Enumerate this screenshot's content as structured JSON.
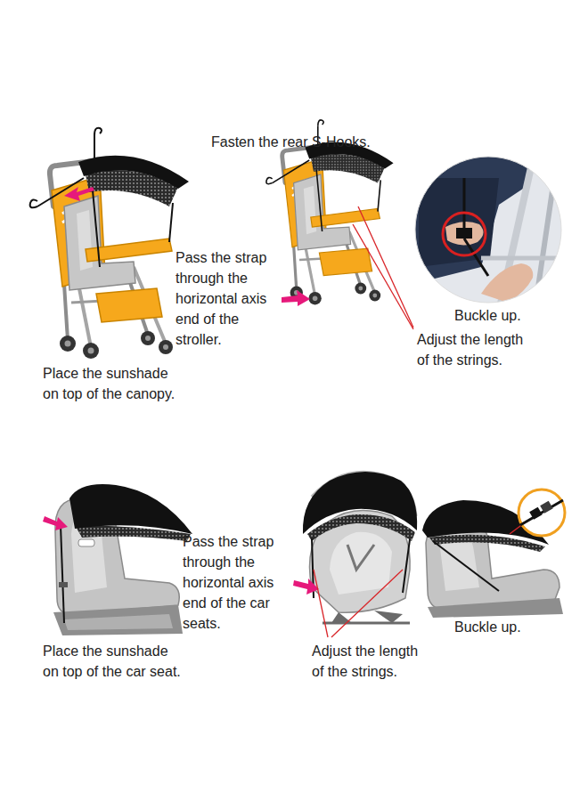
{
  "diagram": {
    "labels": [
      "Fasten the rear S-Hooks.",
      "Place the sunshade on top of the canopy.",
      "Pass the strap through the horizontal axis end of the stroller.",
      "Buckle up.",
      "Adjust the length of the strings.",
      "Place the sunshade on top of the car seat.",
      "Pass the strap through the horizontal axis end of the car seats.",
      "Adjust the length of the strings.",
      "Buckle up."
    ]
  }
}
